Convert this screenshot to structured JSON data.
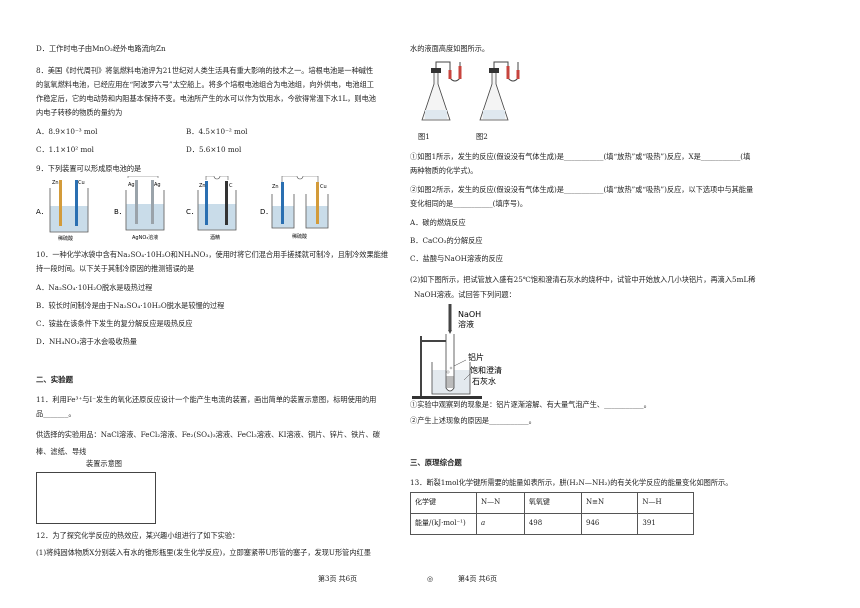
{
  "left": {
    "q8_option_d": "D．工作时电子由MnO₂经外电路流向Zn",
    "q8_stem_1": "8．美国《时代周刊》将氢燃料电池评为21世纪对人类生活具有重大影响的技术之一。培根电池是一种碱性",
    "q8_stem_2": "的氢氧燃料电池，已经应用在“阿波罗六号”太空船上。将多个培根电池组合为电池组，向外供电，电池组工",
    "q8_stem_3": "作稳定后，它的电动势和内阻基本保持不变。电池所产生的水可以作为饮用水，今欲得常温下水1L，则电池",
    "q8_stem_4": "内电子转移的物质的量约为",
    "q8_opt_a": "A．8.9×10⁻³ mol",
    "q8_opt_b": "B．4.5×10⁻² mol",
    "q8_opt_c": "C．1.1×10² mol",
    "q8_opt_d": "D．5.6×10 mol",
    "q9_stem": "9．下列装置可以形成原电池的是",
    "q9_labels": {
      "a": "A．",
      "b": "B．",
      "c": "C．",
      "d": "D．",
      "a_e1": "Zn",
      "a_e2": "Cu",
      "a_sol": "稀硫酸",
      "b_e1": "Ag",
      "b_e2": "Ag",
      "b_sol": "AgNO₃溶液",
      "c_e1": "Zn",
      "c_e2": "C",
      "c_sol": "酒精",
      "d_e1": "Zn",
      "d_e2": "Cu",
      "d_sol": "稀硫酸"
    },
    "q10_stem_1": "10．一种化学冰袋中含有Na₂SO₄·10H₂O和NH₄NO₃，使用时将它们混合用手搓揉就可制冷，且制冷效果能维",
    "q10_stem_2": "持一段时间。以下关于其制冷原因的推测错误的是",
    "q10_opt_a": "A．Na₂SO₄·10H₂O脱水是吸热过程",
    "q10_opt_b": "B．较长时间制冷是由于Na₂SO₄·10H₂O脱水是较慢的过程",
    "q10_opt_c": "C．铵盐在该条件下发生的复分解反应是吸热反应",
    "q10_opt_d": "D．NH₄NO₃溶于水会吸收热量",
    "section2": "二、实验题",
    "q11_stem_1": "11．利用Fe³⁺与I⁻发生的氧化还原反应设计一个能产生电流的装置，画出简单的装置示意图，标明使用的用",
    "q11_stem_2": "品_______。",
    "q11_supplies_1": "供选择的实验用品：NaCl溶液、FeCl₂溶液、Fe₂(SO₄)₃溶液、FeCl₃溶液、KI溶液、铜片、锌片、铁片、碳",
    "q11_supplies_2": "棒、滤纸、导线",
    "q11_box_title": "装置示意图",
    "q12_stem": "12．为了探究化学反应的热效应，某兴趣小组进行了如下实验：",
    "q12_p1_1": "(1)将纯固体物质X分别装入有水的锥形瓶里(发生化学反应)，立即塞紧带U形管的塞子，发现U形管内红墨"
  },
  "right": {
    "top_line": "水的液面高度如图所示。",
    "fig1": "图1",
    "fig2": "图2",
    "q12_1_1a": "①如图1所示，发生的反应(假设没有气体生成)是___________(填“放热”或“吸热”)反应，X是___________(填",
    "q12_1_1b": "两种物质的化学式)。",
    "q12_1_2a": "②如图2所示，发生的反应(假设没有气体生成)是___________(填“放热”或“吸热”)反应，以下选项中与其能量",
    "q12_1_2b": "变化相同的是___________(填序号)。",
    "opt_a": "A．碳的燃烧反应",
    "opt_b": "B．CaCO₃的分解反应",
    "opt_c": "C．盐酸与NaOH溶液的反应",
    "q12_2a": "(2)如下图所示，把试管放入盛有25℃饱和澄清石灰水的烧杯中，试管中开始放入几小块铝片，再滴入5mL稀",
    "q12_2b": "NaOH溶液。试回答下列问题：",
    "fig_naoh_1": "NaOH",
    "fig_naoh_2": "溶液",
    "fig_al": "铝片",
    "fig_lime_1": "饱和澄清",
    "fig_lime_2": "石灰水",
    "q12_2_1": "①实验中观察到的现象是：铝片逐渐溶解、有大量气泡产生、___________。",
    "q12_2_2": "②产生上述现象的原因是___________。",
    "section3": "三、原理综合题",
    "q13_stem": "13．断裂1mol化学键所需要的能量如表所示，肼(H₂N—NH₂)的有关化学反应的能量变化如图所示。",
    "table": {
      "headers": [
        "化学键",
        "N—N",
        "氧氧键",
        "N≡N",
        "N—H"
      ],
      "row_label": "能量/(kJ·mol⁻¹)",
      "values": [
        "a",
        "498",
        "946",
        "391"
      ]
    }
  },
  "footer": {
    "left": "第3页 共6页",
    "mid": "◎",
    "right": "第4页 共6页"
  }
}
